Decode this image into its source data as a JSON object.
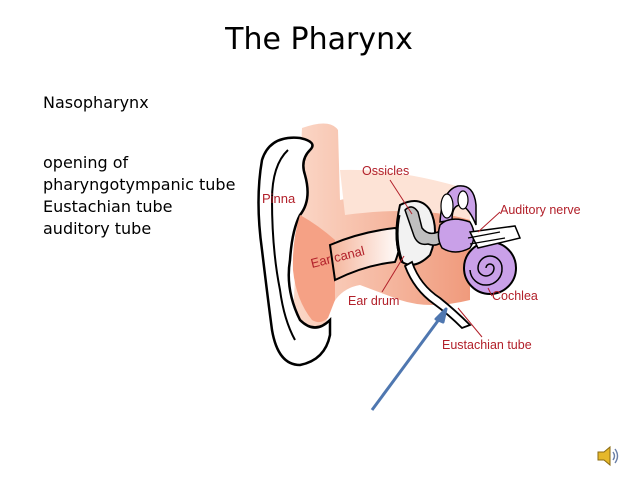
{
  "slide": {
    "title": "The Pharynx",
    "bullets": [
      "Nasopharynx",
      "opening of",
      "pharyngotympanic tube",
      "Eustachian tube",
      "auditory tube"
    ]
  },
  "diagram": {
    "labels": {
      "pinna": "Pinna",
      "ossicles": "Ossicles",
      "auditory_nerve": "Auditory nerve",
      "ear_canal": "Ear canal",
      "cochlea": "Cochlea",
      "ear_drum": "Ear drum",
      "eustachian_tube": "Eustachian tube"
    },
    "colors": {
      "label": "#b2202a",
      "skin": "#f2a58a",
      "skin_light": "#fde3d6",
      "inner_ear": "#c9a0e8",
      "arrow": "#4f77b0"
    }
  },
  "icons": {
    "speaker": "speaker-icon"
  }
}
